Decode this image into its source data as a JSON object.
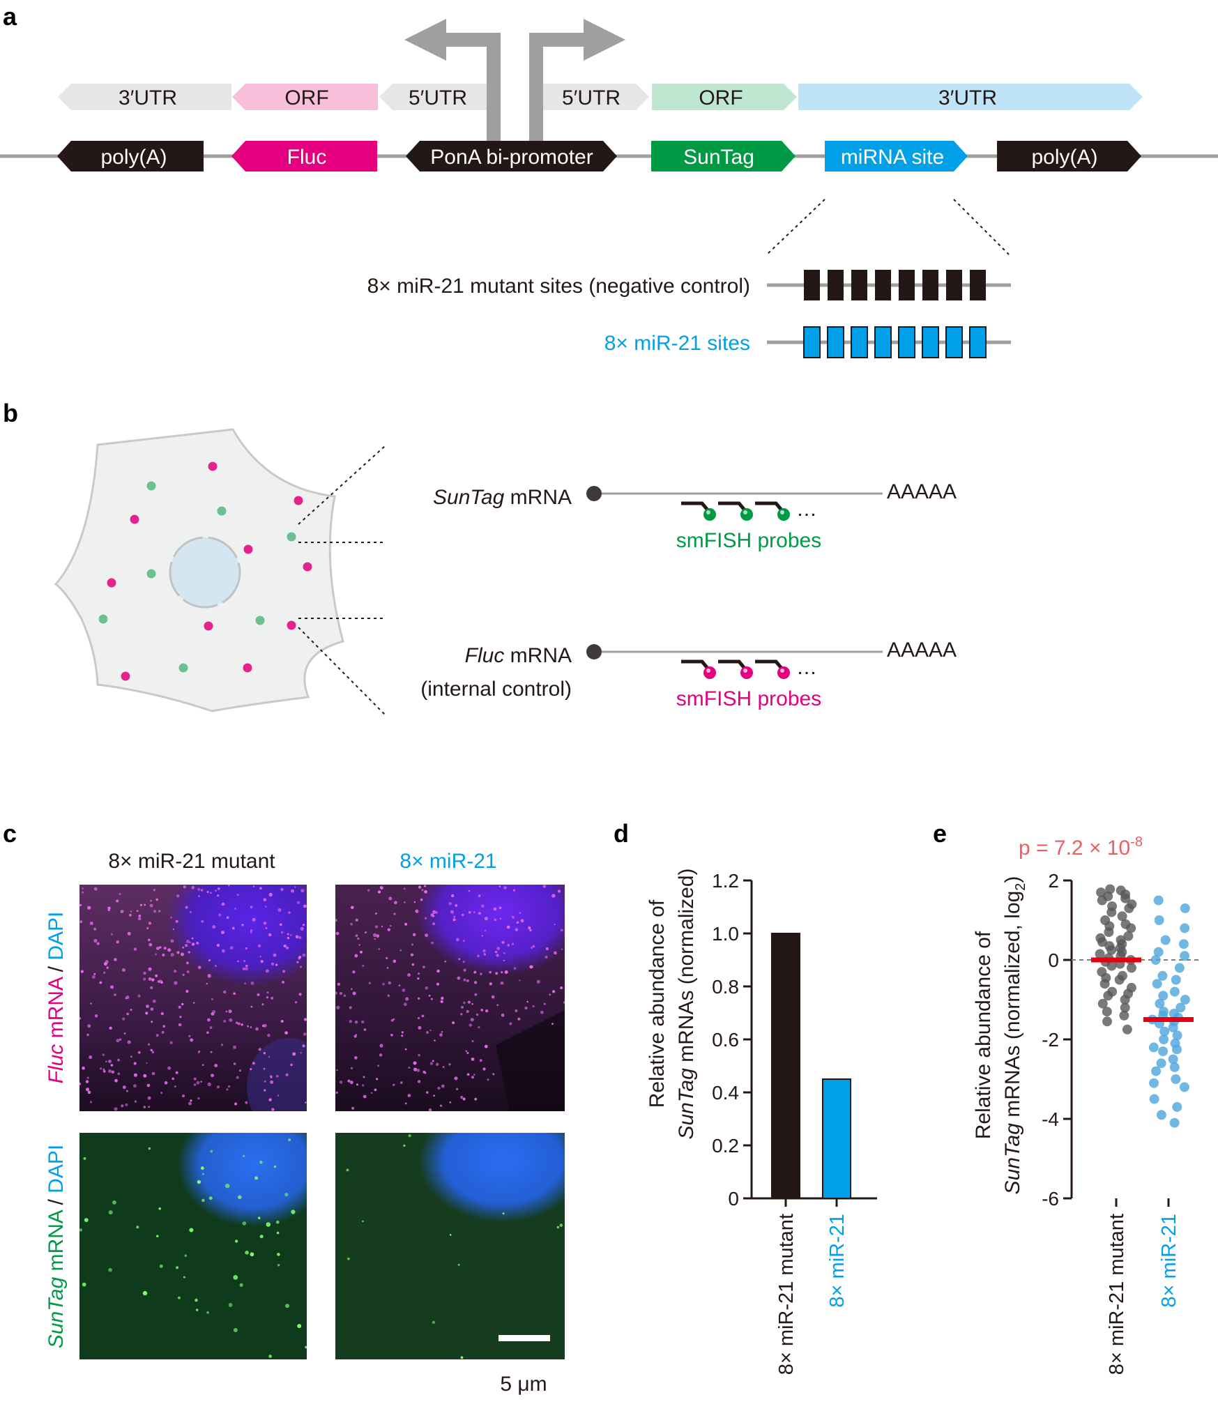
{
  "panels": {
    "a": {
      "letter": "a",
      "utr_labels": [
        "3′UTR",
        "ORF",
        "5′UTR",
        "5′UTR",
        "ORF",
        "3′UTR"
      ],
      "elements": [
        "poly(A)",
        "Fluc",
        "PonA bi-promoter",
        "SunTag",
        "miRNA site",
        "poly(A)"
      ],
      "mutant_label": "8× miR-21 mutant sites (negative control)",
      "sites_label": "8× miR-21 sites",
      "site_count": 8,
      "colors": {
        "dark": "#231815",
        "fluc": "#e4007f",
        "suntag": "#009944",
        "mirna": "#00a0e9",
        "grey_utr": "#e6e6e6",
        "pink_utr": "#f7bfd9",
        "green_utr": "#bfe6d0",
        "blue_utr": "#bfe3f7",
        "arrow": "#9f9f9f"
      }
    },
    "b": {
      "letter": "b",
      "suntag_italic": "SunTag",
      "suntag_rest": " mRNA",
      "fluc_italic": "Fluc",
      "fluc_rest": " mRNA",
      "internal_control": "(internal control)",
      "polyA": "AAAAA",
      "ellipsis": "…",
      "green_probes": "smFISH probes",
      "magenta_probes": "smFISH probes",
      "colors": {
        "green": "#009944",
        "magenta": "#e4007f"
      }
    },
    "c": {
      "letter": "c",
      "col_mutant": "8× miR-21 mutant",
      "col_wt": "8× miR-21",
      "row1_italic": "Fluc",
      "row1_rest": " mRNA",
      "row1_sep": " / ",
      "row1_dapi": "DAPI",
      "row2_italic": "SunTag",
      "row2_rest": " mRNA",
      "row2_sep": " / ",
      "row2_dapi": "DAPI",
      "scale_bar": "5 μm"
    },
    "d": {
      "letter": "d",
      "ylabel_line1": "Relative abundance of",
      "ylabel_italic": "SunTag",
      "ylabel_rest": " mRNAs (normalized)"
    },
    "e": {
      "letter": "e",
      "p_value": "p = 7.2 × 10",
      "p_exp": "-8",
      "ylabel_line1": "Relative abundance of",
      "ylabel_italic": "SunTag",
      "ylabel_rest": " mRNAs (normalized, log",
      "ylabel_sub": "2",
      "ylabel_end": ")"
    }
  },
  "chart_data": [
    {
      "type": "bar",
      "panel": "d",
      "categories": [
        "8× miR-21 mutant",
        "8× miR-21"
      ],
      "values": [
        1.0,
        0.45
      ],
      "colors": [
        "#231815",
        "#00a0e9"
      ],
      "ylim": [
        0,
        1.2
      ],
      "yticks": [
        0,
        0.2,
        0.4,
        0.6,
        0.8,
        1.0,
        1.2
      ],
      "ytick_labels": [
        "0",
        "0.2",
        "0.4",
        "0.6",
        "0.8",
        "1.0",
        "1.2"
      ],
      "xlabel": "",
      "ylabel": "Relative abundance of SunTag mRNAs (normalized)"
    },
    {
      "type": "scatter",
      "panel": "e",
      "categories": [
        "8× miR-21 mutant",
        "8× miR-21"
      ],
      "ylim": [
        -6,
        2
      ],
      "yticks": [
        -6,
        -4,
        -2,
        0,
        2
      ],
      "ytick_labels": [
        "-6",
        "-4",
        "-2",
        "0",
        "2"
      ],
      "reference_line": 0,
      "series": [
        {
          "category": "8× miR-21 mutant",
          "color": "#595757",
          "median": 0.0,
          "values": [
            1.78,
            1.75,
            1.7,
            1.65,
            1.6,
            1.55,
            1.5,
            1.4,
            1.35,
            1.3,
            1.2,
            1.1,
            1.0,
            0.9,
            0.85,
            0.8,
            0.7,
            0.6,
            0.55,
            0.5,
            0.45,
            0.4,
            0.35,
            0.3,
            0.25,
            0.2,
            0.15,
            0.1,
            0.05,
            0.0,
            -0.05,
            -0.1,
            -0.15,
            -0.2,
            -0.3,
            -0.4,
            -0.45,
            -0.5,
            -0.6,
            -0.7,
            -0.8,
            -0.85,
            -0.9,
            -1.0,
            -1.1,
            -1.2,
            -1.3,
            -1.4,
            -1.55,
            -1.75
          ]
        },
        {
          "category": "8× miR-21",
          "color": "#4ca6dc",
          "median": -1.5,
          "values": [
            1.5,
            1.3,
            1.0,
            0.8,
            0.5,
            0.4,
            0.2,
            0.1,
            0.0,
            -0.2,
            -0.4,
            -0.5,
            -0.6,
            -0.8,
            -0.9,
            -1.0,
            -1.1,
            -1.2,
            -1.3,
            -1.35,
            -1.4,
            -1.45,
            -1.5,
            -1.55,
            -1.6,
            -1.7,
            -1.8,
            -1.9,
            -2.0,
            -2.1,
            -2.2,
            -2.25,
            -2.3,
            -2.5,
            -2.6,
            -2.7,
            -2.8,
            -3.0,
            -3.1,
            -3.2,
            -3.5,
            -3.7,
            -3.9,
            -4.1
          ]
        }
      ]
    }
  ]
}
